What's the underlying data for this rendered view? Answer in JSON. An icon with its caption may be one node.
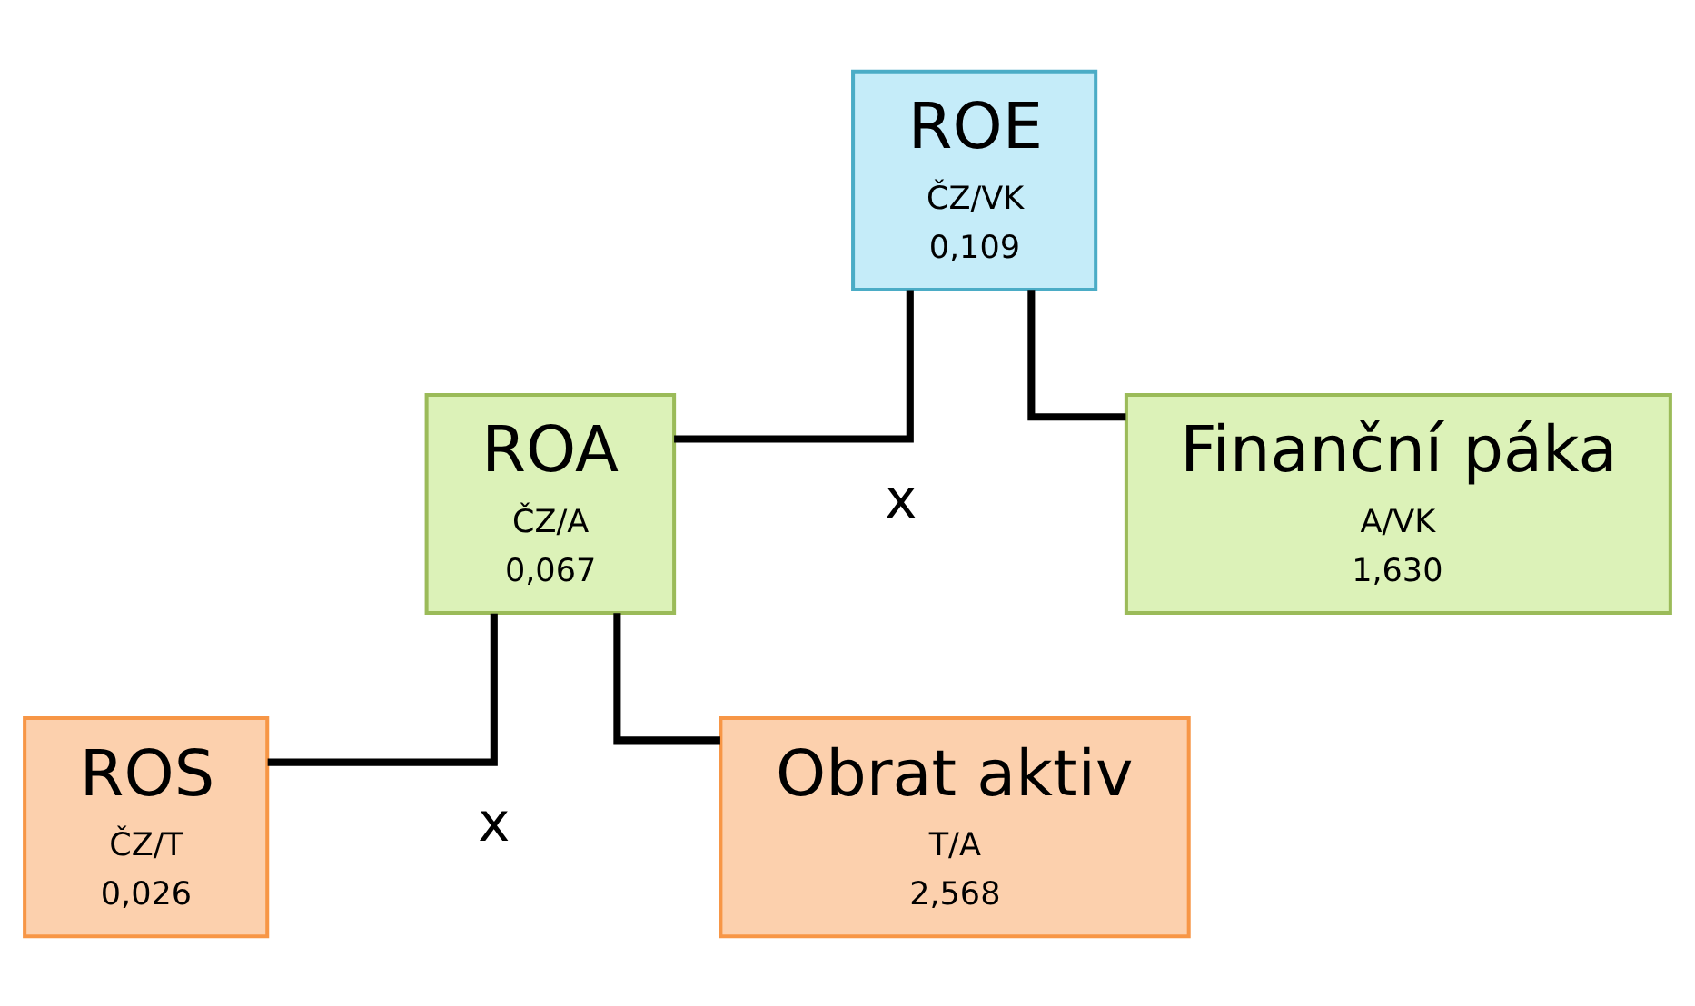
{
  "diagram": {
    "nodes": [
      {
        "text": [
          "ROE",
          "ČZ/VK",
          "0,109"
        ]
      },
      {
        "text": [
          "ROA",
          "ČZ/A",
          "0,067"
        ]
      },
      {
        "text": [
          "Finanční páka",
          "A/VK",
          "1,630"
        ]
      },
      {
        "text": [
          "ROS",
          "ČZ/T",
          "0,026"
        ]
      },
      {
        "text": [
          "Obrat aktiv",
          "T/A",
          "2,568"
        ]
      }
    ],
    "edges": [
      {
        "from": 0,
        "to": 1,
        "arrow": "none"
      },
      {
        "from": 0,
        "to": 2,
        "arrow": "none"
      },
      {
        "from": 1,
        "to": 3,
        "arrow": "none"
      },
      {
        "from": 1,
        "to": 4,
        "arrow": "none"
      }
    ],
    "labels": [
      "x",
      "x"
    ]
  }
}
